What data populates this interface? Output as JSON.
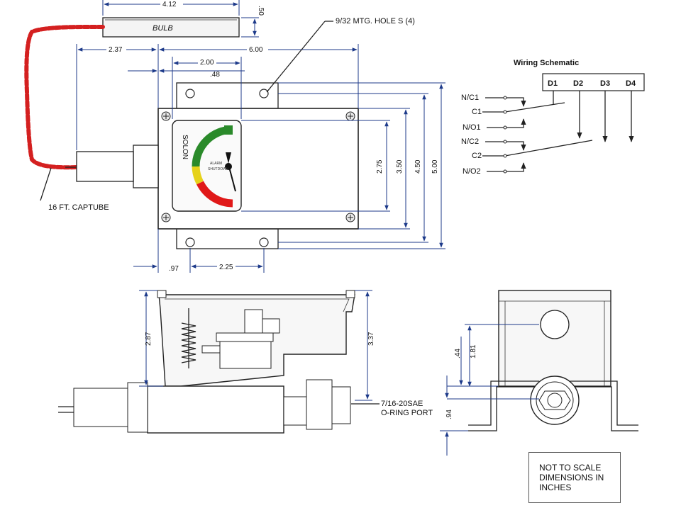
{
  "dimensions": {
    "bulb_length": "4.12",
    "bulb_dia": ".50",
    "capillary_offset": "2.37",
    "body_width": "6.00",
    "gauge_offset": "2.00",
    "hole_offset": ".48",
    "height_275": "2.75",
    "height_350": "3.50",
    "height_450": "4.50",
    "height_500": "5.00",
    "bottom_097": ".97",
    "bottom_225": "2.25",
    "side_287": "2.87",
    "side_337": "3.37",
    "end_044": ".44",
    "end_181": "1.81",
    "end_094": ".94"
  },
  "labels": {
    "bulb": "BULB",
    "mounting_holes": "9/32 MTG. HOLE S (4)",
    "captube": "16 FT. CAPTUBE",
    "port_line1": "7/16-20SAE",
    "port_line2": "O-RING PORT",
    "gauge_brand": "SOLON",
    "gauge_alarm": "ALARM",
    "gauge_shutdown": "SHUTDOWN"
  },
  "wiring": {
    "title": "Wiring Schematic",
    "drives": [
      "D1",
      "D2",
      "D3",
      "D4"
    ],
    "terminals": [
      "N/C1",
      "C1",
      "N/O1",
      "N/C2",
      "C2",
      "N/O2"
    ]
  },
  "note": {
    "lines": [
      "NOT TO SCALE",
      "DIMENSIONS IN",
      "INCHES"
    ]
  },
  "colors": {
    "captube": "#d42020",
    "dimension": "#1d3a8a",
    "gauge_green": "#2a8a2a",
    "gauge_yellow": "#e6d21a",
    "gauge_red": "#e01818"
  }
}
